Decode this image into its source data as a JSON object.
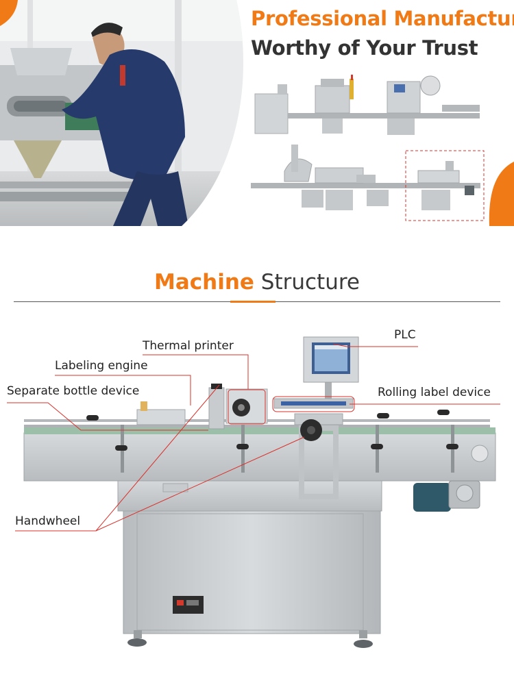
{
  "banner": {
    "headline_line1": "Professional Manufacture",
    "headline_line2": "Worthy of Your Trust",
    "accent_color": "#f07a16",
    "text_color": "#333333"
  },
  "section": {
    "heading_accent": "Machine",
    "heading_rest": "Structure"
  },
  "callouts": {
    "thermal_printer": "Thermal printer",
    "labeling_engine": "Labeling engine",
    "separate_bottle_device": "Separate bottle device",
    "plc": "PLC",
    "rolling_label_device": "Rolling label device",
    "handwheel": "Handwheel"
  },
  "colors": {
    "accent": "#f07a16",
    "callout_line": "#d9302b",
    "steel": "#c9cccf"
  }
}
